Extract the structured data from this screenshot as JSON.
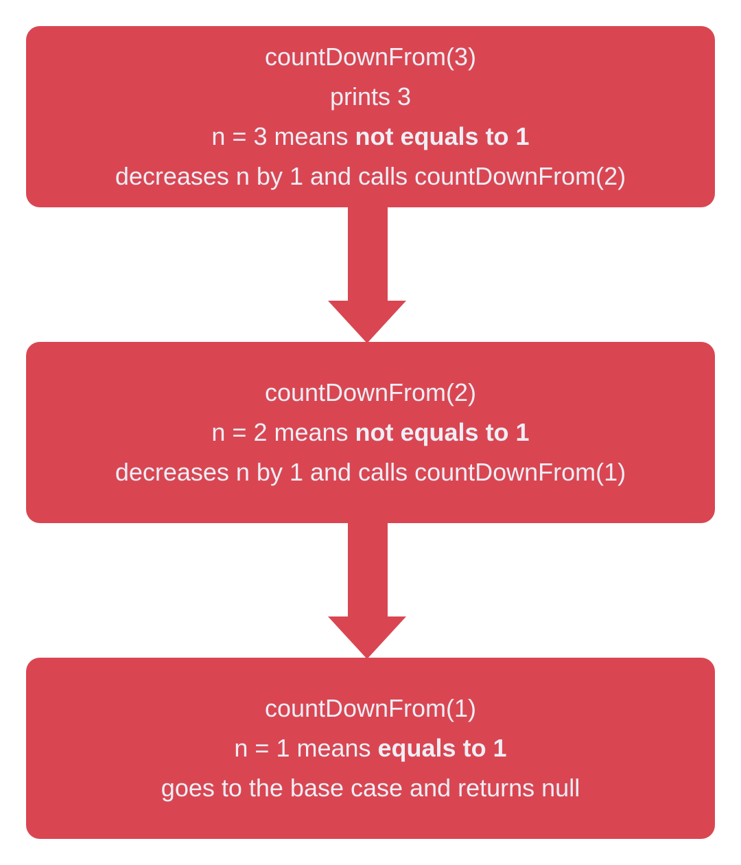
{
  "colors": {
    "box_fill": "#d94652",
    "arrow_fill": "#d94652",
    "text": "#eeeef5",
    "background": "#ffffff"
  },
  "steps": [
    {
      "call": "countDownFrom(3)",
      "print": "prints 3",
      "condition_prefix": "n = 3 means ",
      "condition_bold": "not equals to 1",
      "action": "decreases n by 1 and calls countDownFrom(2)"
    },
    {
      "call": "countDownFrom(2)",
      "condition_prefix": "n = 2 means ",
      "condition_bold": "not equals to 1",
      "action": "decreases n by 1 and calls countDownFrom(1)"
    },
    {
      "call": "countDownFrom(1)",
      "condition_prefix": "n = 1 means ",
      "condition_bold": "equals to 1",
      "action": "goes to the base case and returns null"
    }
  ],
  "connectors": [
    {
      "from": "countDownFrom(3)",
      "to": "countDownFrom(2)",
      "icon": "down-arrow-icon"
    },
    {
      "from": "countDownFrom(2)",
      "to": "countDownFrom(1)",
      "icon": "down-arrow-icon"
    }
  ]
}
